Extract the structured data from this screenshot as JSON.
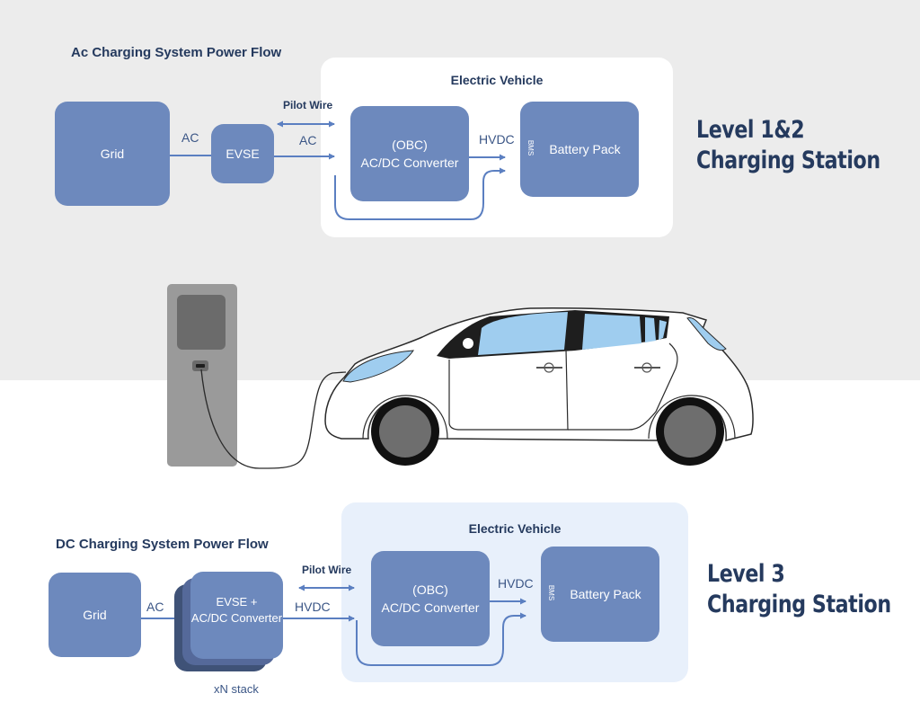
{
  "colors": {
    "top_background": "#ececec",
    "box_fill": "#6d89bd",
    "box_stack_dark": "#3f5277",
    "box_stack_mid": "#55699a",
    "heading_text": "#253a5e",
    "arrow": "#5b7fc1",
    "ev_panel_ac": "#ffffff",
    "ev_panel_dc": "#e8f0fb",
    "car_window": "#9fcdef",
    "charger_body": "#9a9a9a",
    "charger_screen": "#6b6b6b",
    "tire": "#111111",
    "hub": "#6e6e6e"
  },
  "ac_section": {
    "title": "Ac Charging System Power Flow",
    "grid_label": "Grid",
    "grid_to_evse_label": "AC",
    "evse_label": "EVSE",
    "evse_to_ev_label": "AC",
    "pilot_wire_label": "Pilot Wire",
    "ev_panel_title": "Electric Vehicle",
    "obc_lines": [
      "(OBC)",
      "AC/DC Converter"
    ],
    "obc_to_battery_label": "HVDC",
    "bms_label": "BMS",
    "battery_label": "Battery Pack",
    "level_lines": [
      "Level 1&2",
      "Charging Station"
    ]
  },
  "dc_section": {
    "title": "DC Charging System Power Flow",
    "grid_label": "Grid",
    "grid_to_evse_label": "AC",
    "evse_lines": [
      "EVSE +",
      "AC/DC Converter"
    ],
    "stack_caption": "xN stack",
    "evse_to_ev_label": "HVDC",
    "pilot_wire_label": "Pilot Wire",
    "ev_panel_title": "Electric Vehicle",
    "obc_lines": [
      "(OBC)",
      "AC/DC Converter"
    ],
    "obc_to_battery_label": "HVDC",
    "bms_label": "BMS",
    "battery_label": "Battery Pack",
    "level_lines": [
      "Level 3",
      "Charging Station"
    ]
  },
  "illustration": {
    "charger": "ev-charging-station",
    "vehicle": "electric-hatchback-car",
    "cable": "charging-cable"
  }
}
